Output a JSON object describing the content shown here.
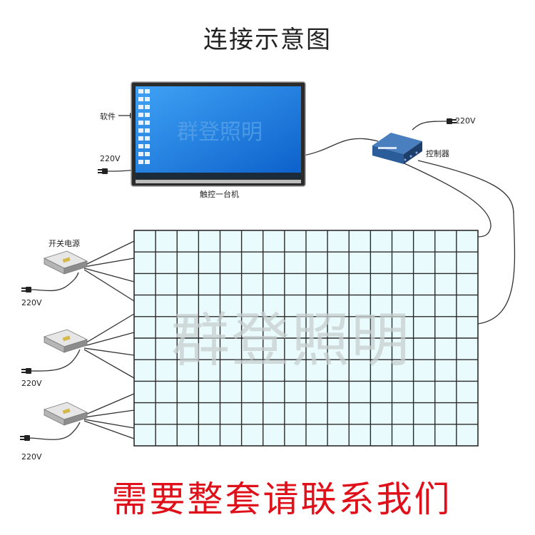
{
  "title": "连接示意图",
  "footer": "需要整套请联系我们",
  "watermark": "群登照明",
  "labels": {
    "software": "软件",
    "monitor_power": "220V",
    "touch_screen": "触控一台机",
    "controller": "控制器",
    "controller_power": "220V",
    "power_supply": "开关电源",
    "psu_power": [
      "220V",
      "220V",
      "220V"
    ]
  },
  "grid": {
    "rows": 10,
    "cols": 16
  },
  "colors": {
    "panel_cell": "#e9fbfc",
    "grid_line": "#2a2a2a",
    "screen_blue": "#1a7de6",
    "footer_red": "#e0101a",
    "controller_blue": "#2b5d9a"
  }
}
